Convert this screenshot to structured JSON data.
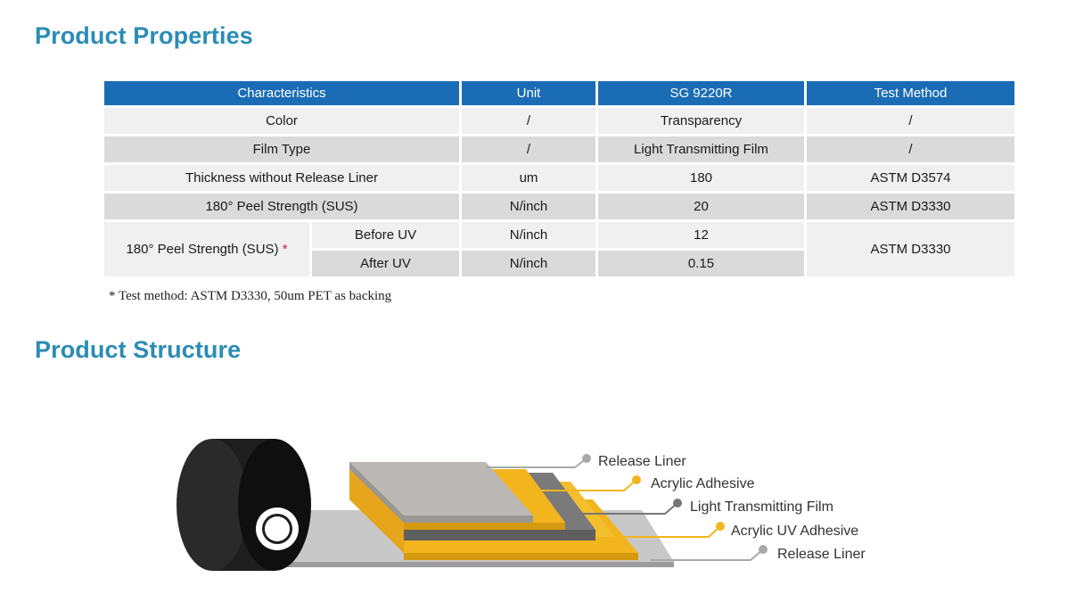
{
  "properties": {
    "title": "Product Properties",
    "headers": [
      "Characteristics",
      "Unit",
      "SG 9220R",
      "Test Method"
    ],
    "rows": [
      {
        "characteristic": "Color",
        "unit": "/",
        "value": "Transparency",
        "method": "/"
      },
      {
        "characteristic": "Film Type",
        "unit": "/",
        "value": "Light Transmitting Film",
        "method": "/"
      },
      {
        "characteristic": "Thickness without Release Liner",
        "unit": "um",
        "value": "180",
        "method": "ASTM D3574"
      },
      {
        "characteristic": "180° Peel Strength (SUS)",
        "unit": "N/inch",
        "value": "20",
        "method": "ASTM D3330"
      }
    ],
    "group": {
      "characteristic": "180° Peel Strength (SUS)",
      "marker": "*",
      "method": "ASTM D3330",
      "sub": [
        {
          "label": "Before UV",
          "unit": "N/inch",
          "value": "12"
        },
        {
          "label": "After UV",
          "unit": "N/inch",
          "value": "0.15"
        }
      ]
    },
    "note": "* Test method: ASTM D3330, 50um PET as backing"
  },
  "structure": {
    "title": "Product Structure",
    "layers": [
      {
        "label": "Release Liner",
        "color": "#a8a8a8"
      },
      {
        "label": "Acrylic Adhesive",
        "color": "#f2b51e"
      },
      {
        "label": "Light Transmitting Film",
        "color": "#777777"
      },
      {
        "label": "Acrylic UV Adhesive",
        "color": "#f2b51e"
      },
      {
        "label": "Release Liner",
        "color": "#a8a8a8"
      }
    ]
  }
}
